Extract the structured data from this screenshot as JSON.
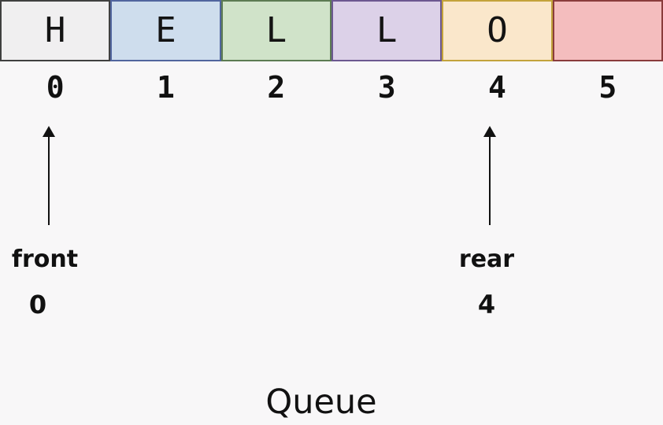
{
  "title": "Queue",
  "cells": [
    {
      "letter": "H",
      "index": "0",
      "fill": "#f0eff0",
      "stroke": "#404040"
    },
    {
      "letter": "E",
      "index": "1",
      "fill": "#cedded",
      "stroke": "#51659e"
    },
    {
      "letter": "L",
      "index": "2",
      "fill": "#d0e3c9",
      "stroke": "#5c7b52"
    },
    {
      "letter": "L",
      "index": "3",
      "fill": "#dcd1e8",
      "stroke": "#6c5890"
    },
    {
      "letter": "O",
      "index": "4",
      "fill": "#fae7cb",
      "stroke": "#c3a33b"
    },
    {
      "letter": "",
      "index": "5",
      "fill": "#f4bdbe",
      "stroke": "#8a3c3c"
    }
  ],
  "pointers": {
    "front": {
      "label": "front",
      "value": "0"
    },
    "rear": {
      "label": "rear",
      "value": "4"
    }
  },
  "arrow_color": "#111111"
}
